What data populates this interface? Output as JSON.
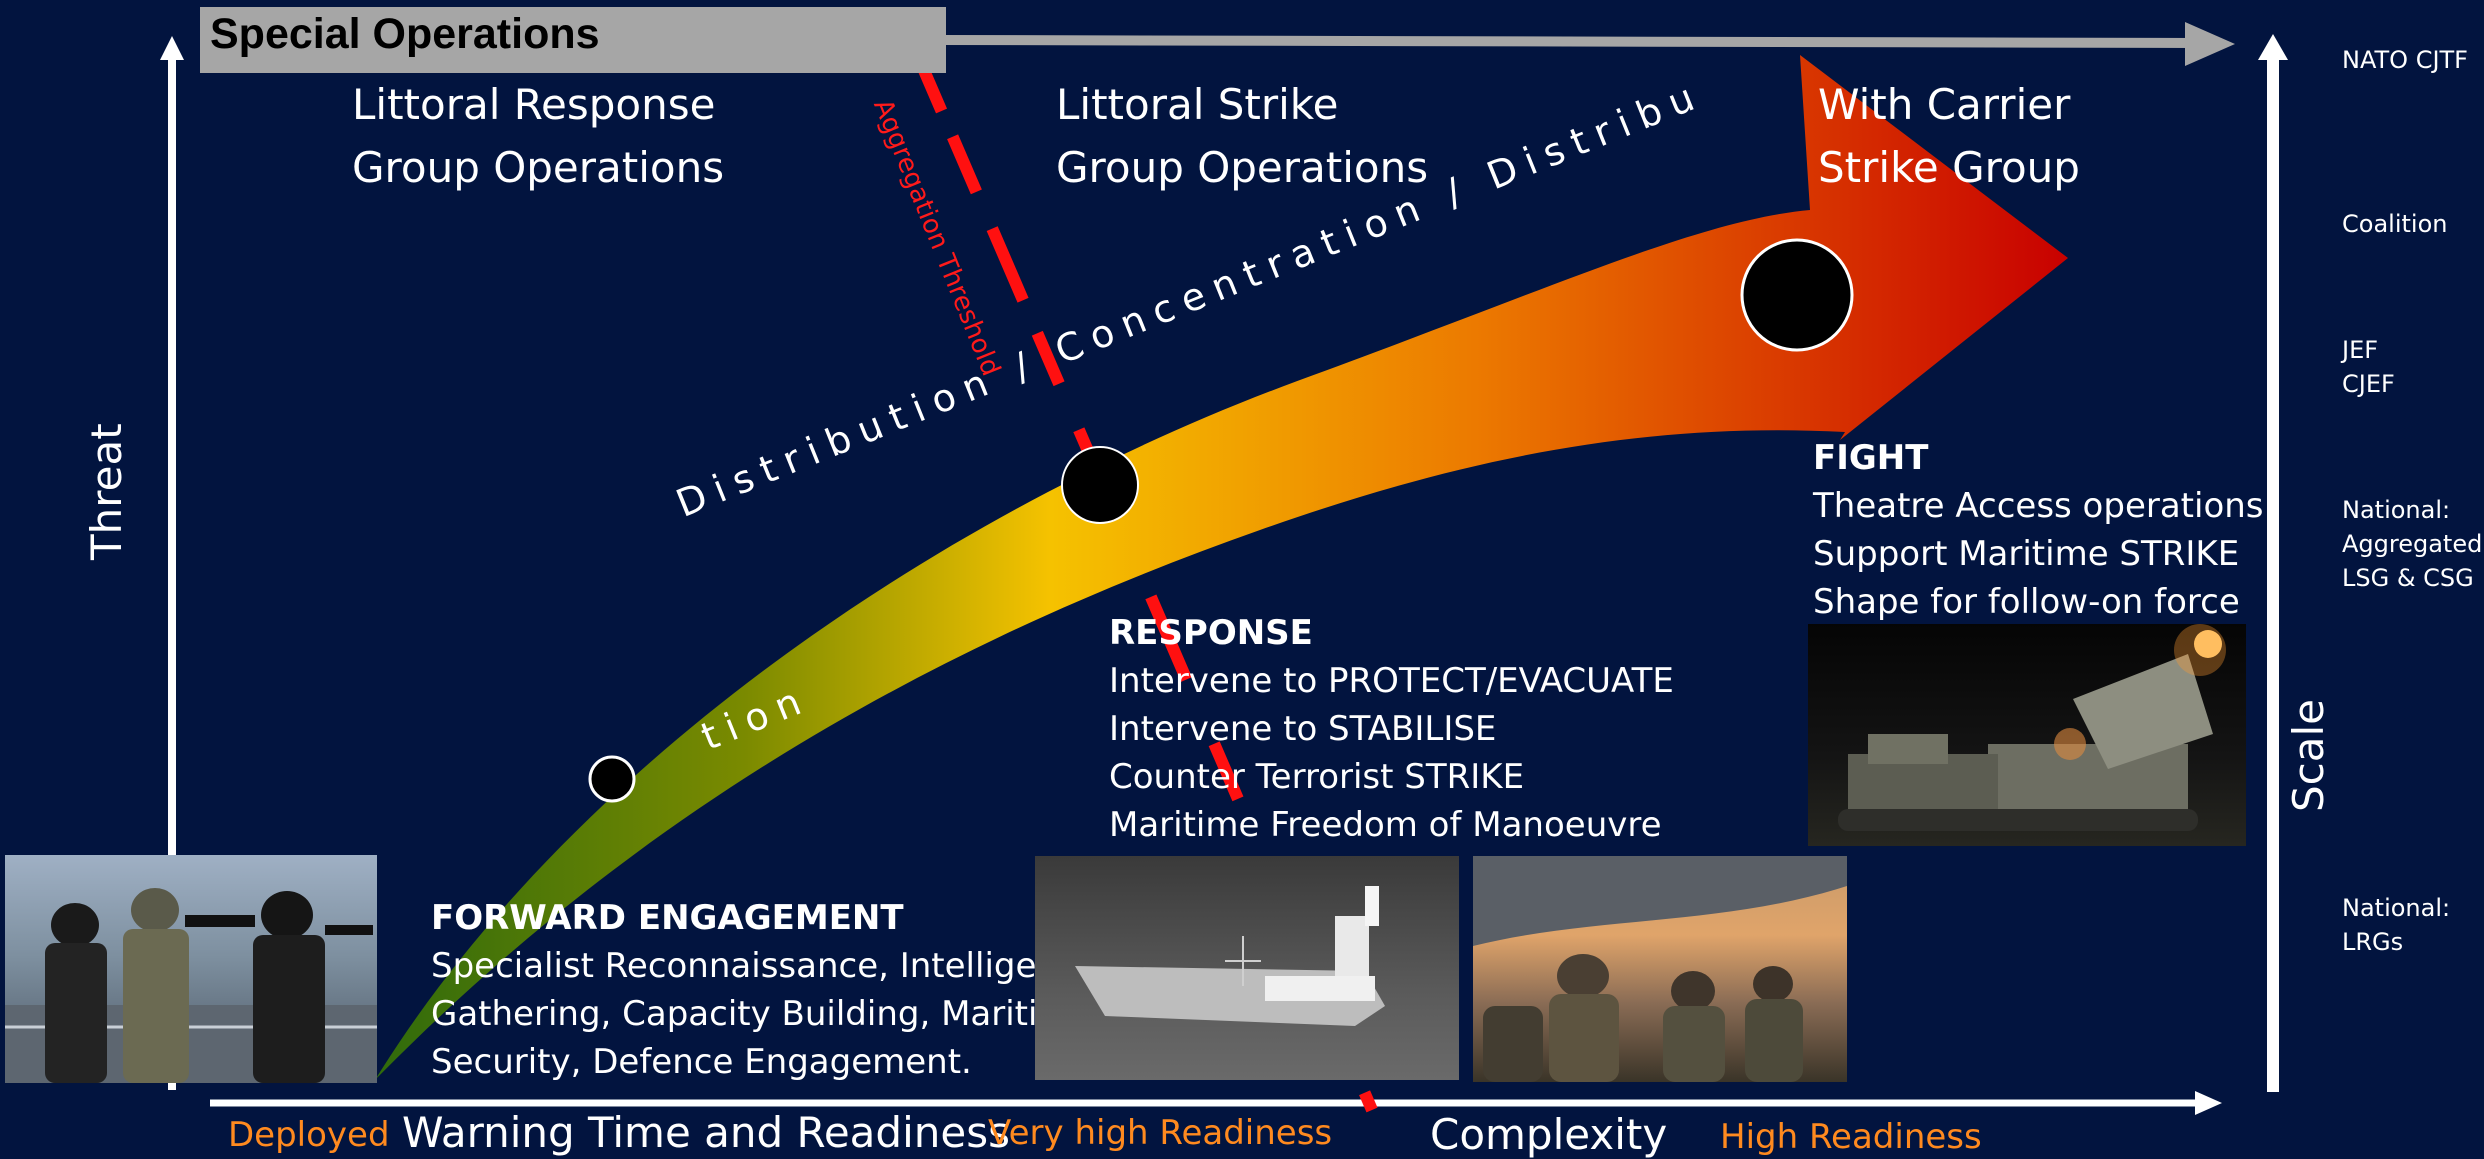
{
  "banner": {
    "label": "Special Operations"
  },
  "phases": {
    "lrg": [
      "Littoral Response",
      "Group Operations"
    ],
    "lsg": [
      "Littoral Strike",
      "Group Operations"
    ],
    "csg": [
      "With Carrier",
      "Strike Group"
    ]
  },
  "arrow_text": {
    "line1": "Distribution  /  Concentration  /  Distribu",
    "line2": "tion"
  },
  "threshold_label": "Aggregation Threshold",
  "blocks": {
    "forward": {
      "title": "FORWARD ENGAGEMENT",
      "lines": [
        "Specialist Reconnaissance, Intelligence",
        "Gathering, Capacity Building, Maritime",
        "Security, Defence Engagement."
      ]
    },
    "response": {
      "title": "RESPONSE",
      "lines": [
        "Intervene to PROTECT/EVACUATE",
        "Intervene to STABILISE",
        "Counter Terrorist STRIKE",
        "Maritime Freedom of Manoeuvre"
      ]
    },
    "fight": {
      "title": "FIGHT",
      "lines": [
        "Theatre Access operations",
        "Support Maritime STRIKE",
        "Shape for follow-on force"
      ]
    }
  },
  "axes": {
    "threat": "Threat",
    "scale": "Scale",
    "warning": "Warning Time and Readiness",
    "complexity": "Complexity"
  },
  "readiness": {
    "deployed": "Deployed",
    "very_high": "Very high Readiness",
    "high": "High Readiness"
  },
  "scale_levels": {
    "nato": "NATO CJTF",
    "coalition": "Coalition",
    "jef": [
      "JEF",
      "CJEF"
    ],
    "national_agg": [
      "National:",
      "Aggregated",
      "LSG & CSG"
    ],
    "national_lrg": [
      "National:",
      "LRGs"
    ]
  },
  "colors": {
    "background": "#02143f",
    "banner": "#a6a6a6",
    "threshold": "#ff0000",
    "readiness_text": "#ff8a1f",
    "gradient": [
      "#2f6b0c",
      "#f5c000",
      "#e86a00",
      "#cc0000"
    ]
  },
  "icons": {
    "threat_axis": "up-arrow",
    "scale_axis": "up-arrow",
    "time_axis": "right-arrow",
    "top_axis": "right-arrow",
    "small_marker": "circle",
    "medium_marker": "circle",
    "large_marker": "circle"
  }
}
